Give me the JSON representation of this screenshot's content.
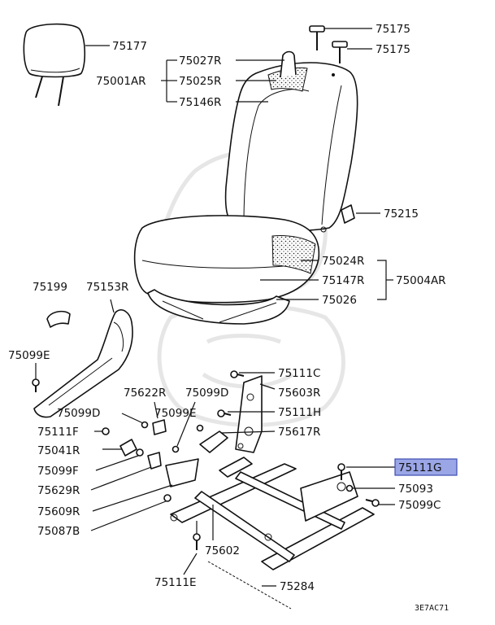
{
  "callouts": {
    "c75177": "75177",
    "c75175a": "75175",
    "c75175b": "75175",
    "c75027R": "75027R",
    "c75001AR": "75001AR",
    "c75025R": "75025R",
    "c75146R": "75146R",
    "c75215": "75215",
    "c75024R": "75024R",
    "c75147R": "75147R",
    "c75004AR": "75004AR",
    "c75026": "75026",
    "c75199": "75199",
    "c75153R": "75153R",
    "c75099E_left": "75099E",
    "c75111C": "75111C",
    "c75622R": "75622R",
    "c75099D_mid": "75099D",
    "c75603R": "75603R",
    "c75099D_left": "75099D",
    "c75099E_mid": "75099E",
    "c75111H": "75111H",
    "c75111F": "75111F",
    "c75617R": "75617R",
    "c75041R": "75041R",
    "c75099F": "75099F",
    "c75111G": "75111G",
    "c75629R": "75629R",
    "c75093": "75093",
    "c75099C": "75099C",
    "c75609R": "75609R",
    "c75087B": "75087B",
    "c75602": "75602",
    "c75111E": "75111E",
    "c75284": "75284"
  },
  "diagram_code": "3E7AC71",
  "highlight_color": "#9aa6e6"
}
